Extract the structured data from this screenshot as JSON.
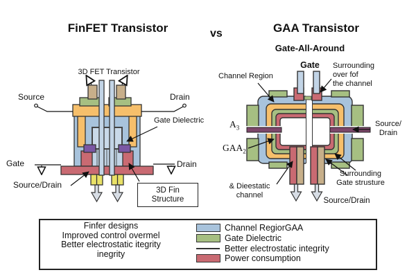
{
  "palette": {
    "channel_blue": "#a8c3dc",
    "fin_blue": "#c2d4e6",
    "gate_green": "#a6bf82",
    "power_red": "#c96a72",
    "gate_orange": "#f6bf6b",
    "purple": "#7b57a4",
    "maroon": "#7d476a",
    "tan": "#c7af8a",
    "yellow": "#e9e167",
    "arrow_gray": "#d7dde5",
    "dielectric_fill": "#c9d9e9",
    "white": "#ffffff"
  },
  "header": {
    "finfet_title": "FinFET Transistor",
    "vs": "vs",
    "gaa_title": "GAA Transistor",
    "gaa_subtitle": "Gate-All-Around"
  },
  "finfet": {
    "top_label": "3D FET Transistor",
    "source": "Source",
    "drain_top": "Drain",
    "gate_dielectric": "Gate Dielectric",
    "gate": "Gate",
    "drain_bottom": "Drain",
    "source_drain": "Source/Drain",
    "fin_box": [
      "3D Fin",
      "Structure"
    ]
  },
  "gaa": {
    "gate": "Gate",
    "surrounding_top": [
      "Surrounding",
      "over fof",
      "the channel"
    ],
    "channel_region": "Channel Region",
    "a3": {
      "base": "A",
      "sub": "3"
    },
    "gaa2": {
      "base": "GAA",
      "sub": "2"
    },
    "source_drain_right": [
      "Source/",
      "Drain"
    ],
    "surrounding_gate": [
      "Surrounding",
      "Gate strusture"
    ],
    "dieestatic": [
      "& Dieestatic",
      "channel"
    ],
    "source_drain_bottom": "Source/Drain"
  },
  "legend": {
    "left_lines": [
      "Finfer designs",
      "Improved control overmel",
      "Better electrostatic itegrity",
      "inegrity"
    ],
    "items": [
      {
        "label": "Channel RegiorGAA",
        "color": "#a8c3dc"
      },
      {
        "label": "Gate Dielectric",
        "color": "#a6bf82"
      },
      {
        "label": "Better electrostatic integrity"
      },
      {
        "label": "Power consumption",
        "color": "#c96a72"
      }
    ]
  }
}
